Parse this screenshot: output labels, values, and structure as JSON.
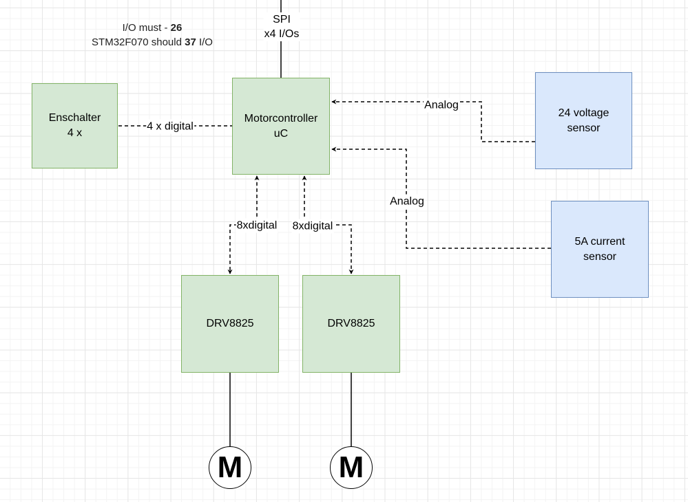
{
  "diagram": {
    "title_note": {
      "line1_prefix": "I/O must - ",
      "line1_value": "26",
      "line2_prefix": "STM32F070 should ",
      "line2_value": "37",
      "line2_suffix": " I/O"
    },
    "spi_label": {
      "line1": "SPI",
      "line2": "x4 I/Os"
    },
    "nodes": {
      "enschalter": {
        "line1": "Enschalter",
        "line2": "4 x"
      },
      "motorcontroller": {
        "line1": "Motorcontroller",
        "line2": "uC"
      },
      "voltage_sensor": {
        "line1": "24 voltage",
        "line2": "sensor"
      },
      "current_sensor": {
        "line1": "5A current",
        "line2": "sensor"
      },
      "driver_1": {
        "label": "DRV8825"
      },
      "driver_2": {
        "label": "DRV8825"
      },
      "motor_1": {
        "label": "M"
      },
      "motor_2": {
        "label": "M"
      }
    },
    "edges": {
      "enschalter_to_uc": "4 x digital",
      "voltage_to_uc": "Analog",
      "current_to_uc": "Analog",
      "uc_to_driver_1": "8xdigital",
      "uc_to_driver_2": "8xdigital"
    },
    "colors": {
      "green_fill": "#d5e8d4",
      "green_stroke": "#82b366",
      "blue_fill": "#dae8fc",
      "blue_stroke": "#6c8ebf"
    }
  }
}
